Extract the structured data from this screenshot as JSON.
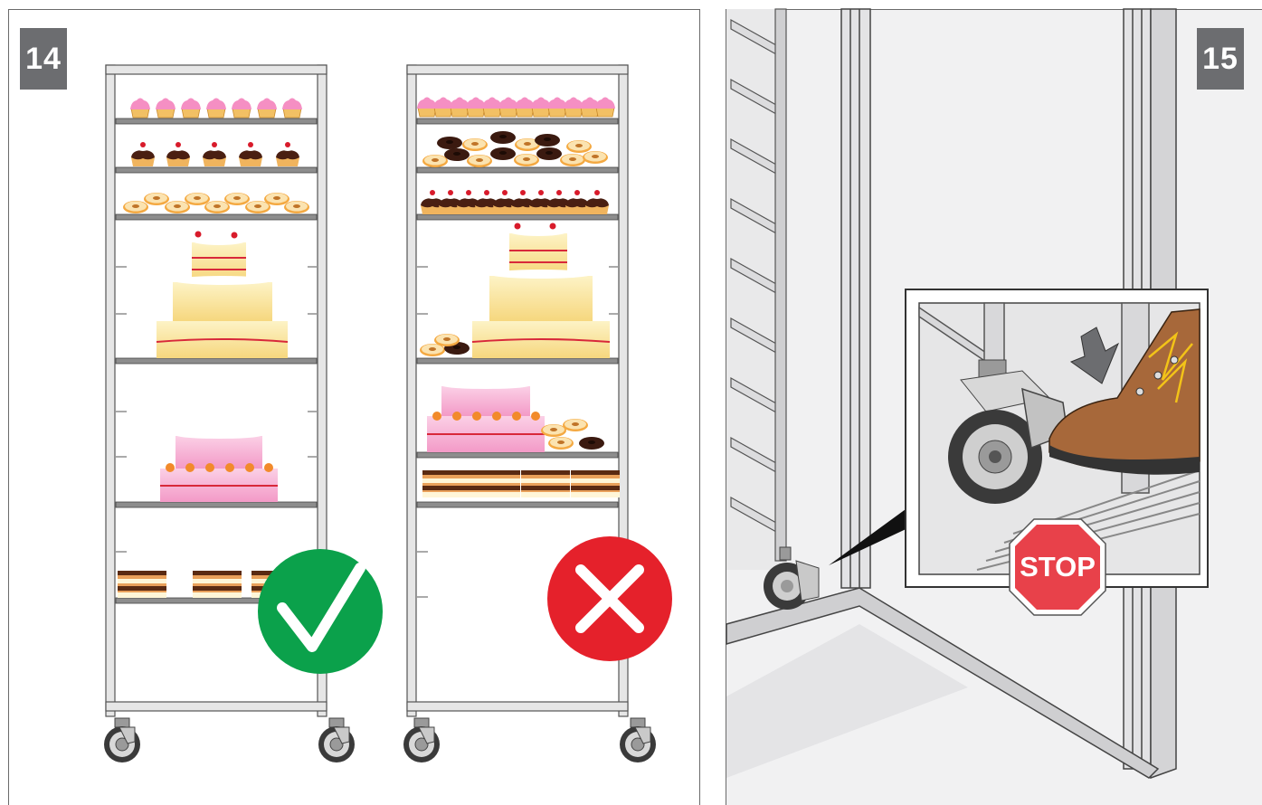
{
  "steps": {
    "left": "14",
    "right": "15"
  },
  "stop_sign": {
    "text": "STOP"
  },
  "icons": {
    "correct": "check-mark-icon",
    "incorrect": "cross-mark-icon",
    "push_down": "down-arrow-icon"
  },
  "colors": {
    "step_badge": "#6c6d70",
    "correct": "#0ba14b",
    "incorrect": "#e5212b",
    "stop_sign": "#e8414a",
    "boot": "#a7683a"
  }
}
